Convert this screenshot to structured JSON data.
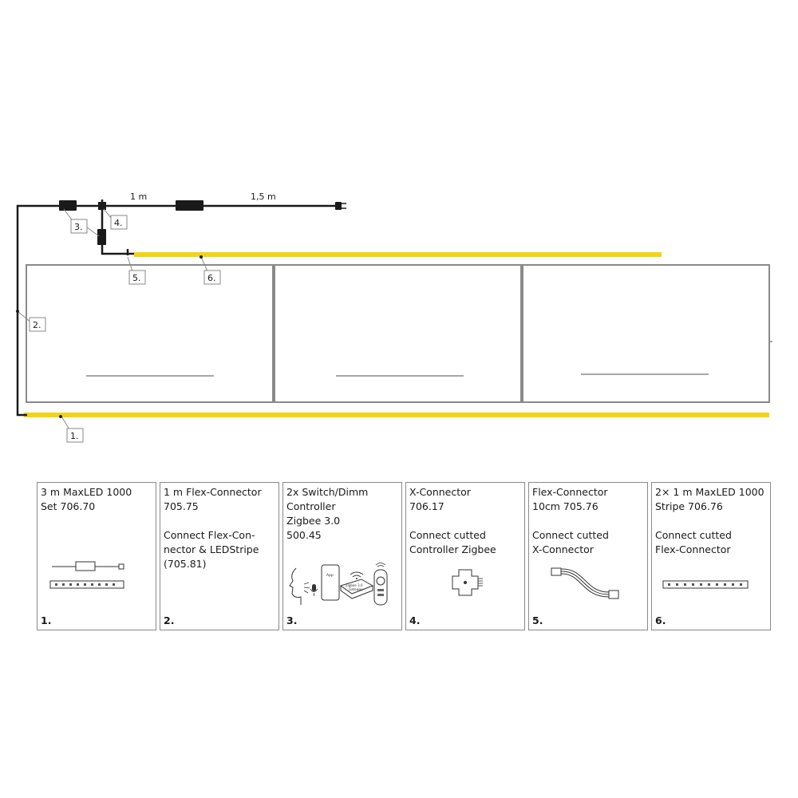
{
  "diagram": {
    "len_1m": "1 m",
    "len_15m": "1,5 m",
    "callouts": [
      "1.",
      "2.",
      "3.",
      "4.",
      "5.",
      "6."
    ]
  },
  "colors": {
    "strip": "#f2d414",
    "cable": "#1a1a1a",
    "frame": "#8a8a8a"
  },
  "cards": [
    {
      "title": "3 m MaxLED 1000\nSet 706.70",
      "desc": "",
      "icon": "led-set-icon",
      "num": "1."
    },
    {
      "title": "1 m Flex-Connector\n705.75",
      "desc": "Connect Flex-Con-\nnector & LEDStripe\n(705.81)",
      "icon": "",
      "num": "2."
    },
    {
      "title": "2x Switch/Dimm\nController\nZigbee 3.0\n500.45",
      "desc": "",
      "icon": "zigbee-controller-icon",
      "num": "3.",
      "icon_texts": {
        "app": "App",
        "gateway_1": "Zigbee 3.0",
        "gateway_2": "Gateway"
      }
    },
    {
      "title": "X-Connector\n706.17",
      "desc": "Connect cutted\nController Zigbee",
      "icon": "x-connector-icon",
      "num": "4."
    },
    {
      "title": "Flex-Connector\n10cm 705.76",
      "desc": "Connect cutted\nX-Connector",
      "icon": "flex-connector-icon",
      "num": "5."
    },
    {
      "title": "2× 1 m MaxLED 1000\nStripe 706.76",
      "desc": "Connect cutted\nFlex-Connector",
      "icon": "led-stripe-icon",
      "num": "6."
    }
  ]
}
